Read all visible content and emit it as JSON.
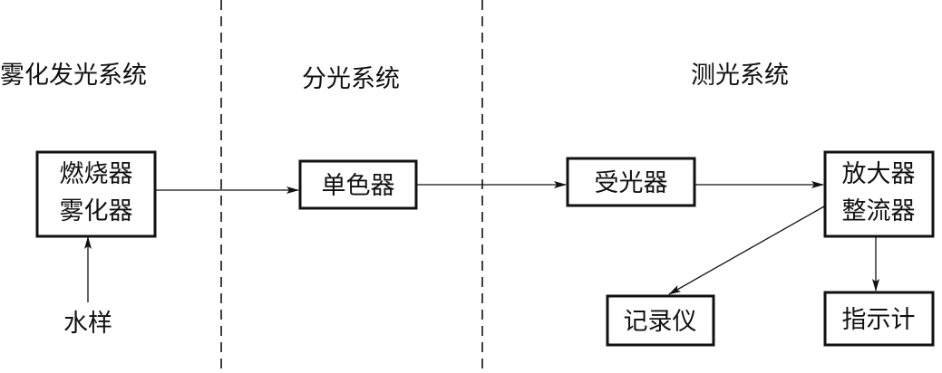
{
  "sections": {
    "atomization": "雾化发光系统",
    "dispersion": "分光系统",
    "photometry": "测光系统"
  },
  "blocks": {
    "burner": {
      "lines": [
        "燃烧器",
        "雾化器"
      ]
    },
    "monochromator": {
      "lines": [
        "单色器"
      ]
    },
    "detector": {
      "lines": [
        "受光器"
      ]
    },
    "amplifier": {
      "lines": [
        "放大器",
        "整流器"
      ]
    },
    "recorder": {
      "lines": [
        "记录仪"
      ]
    },
    "indicator": {
      "lines": [
        "指示计"
      ]
    }
  },
  "sample_label": "水样",
  "colors": {
    "ink": "#111111",
    "background": "#ffffff"
  }
}
